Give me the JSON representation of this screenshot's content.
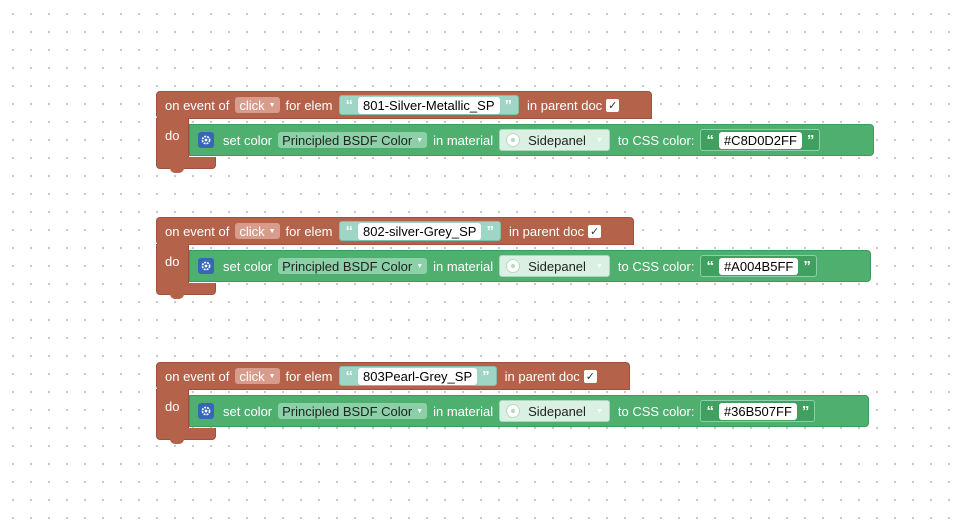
{
  "labels": {
    "on_event_of": "on event of",
    "for_elem": "for elem",
    "in_parent_doc": "in parent doc",
    "do": "do",
    "set_color": "set color",
    "in_material": "in material",
    "to_css_color": "to CSS color:",
    "open_quote": "“",
    "close_quote": "”",
    "check_mark": "✓",
    "caret": "▼"
  },
  "blocks": [
    {
      "event": "click",
      "element": "801-Silver-Metallic_SP",
      "in_parent_doc_checked": true,
      "color_property": "Principled BSDF Color",
      "material": "Sidepanel",
      "css_color": "#C8D0D2FF"
    },
    {
      "event": "click",
      "element": "802-silver-Grey_SP",
      "in_parent_doc_checked": true,
      "color_property": "Principled BSDF Color",
      "material": "Sidepanel",
      "css_color": "#A004B5FF"
    },
    {
      "event": "click",
      "element": "803Pearl-Grey_SP",
      "in_parent_doc_checked": true,
      "color_property": "Principled BSDF Color",
      "material": "Sidepanel",
      "css_color": "#36B507FF"
    }
  ],
  "colors": {
    "event_block": "#b5624b",
    "action_block": "#4eaf6e",
    "text_slot": "#9fd5c4",
    "gear_icon": "#3566b8"
  },
  "icons": {
    "settings": "gear-icon",
    "material": "material-sphere-icon",
    "dropdown": "chevron-down-icon"
  }
}
